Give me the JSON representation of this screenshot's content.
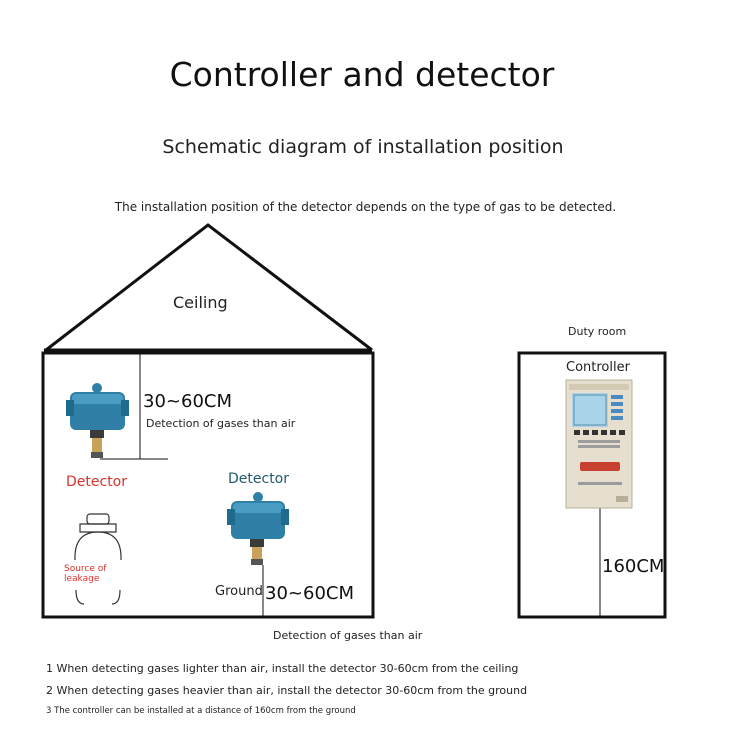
{
  "header": {
    "title": "Controller and detector",
    "subtitle": "Schematic diagram of installation position",
    "intro": "The installation position of the detector depends on the type of gas to be detected."
  },
  "house": {
    "ceiling_label": "Ceiling",
    "top_distance": "30~60CM",
    "top_detection_note": "Detection of gases than air",
    "detector_left_label": "Detector",
    "detector_right_label": "Detector",
    "leak_source_line1": "Source of",
    "leak_source_line2": "leakage",
    "ground_label": "Ground",
    "bottom_distance": "30~60CM",
    "bottom_detection_note": "Detection of gases than air"
  },
  "duty_room": {
    "title": "Duty room",
    "controller_label": "Controller",
    "height": "160CM"
  },
  "notes": [
    "1 When detecting gases lighter than air, install the detector 30-60cm from the ceiling",
    "2 When detecting gases heavier than air, install the detector 30-60cm from the ground",
    "3 The controller can be installed at a distance of 160cm from the ground"
  ],
  "colors": {
    "detector_body": "#2f7fa6",
    "detector_label_red": "#d9322b",
    "detector_label_teal": "#1f5a6b",
    "controller_body": "#e6dfcf",
    "controller_screen": "#a8d3e8"
  }
}
